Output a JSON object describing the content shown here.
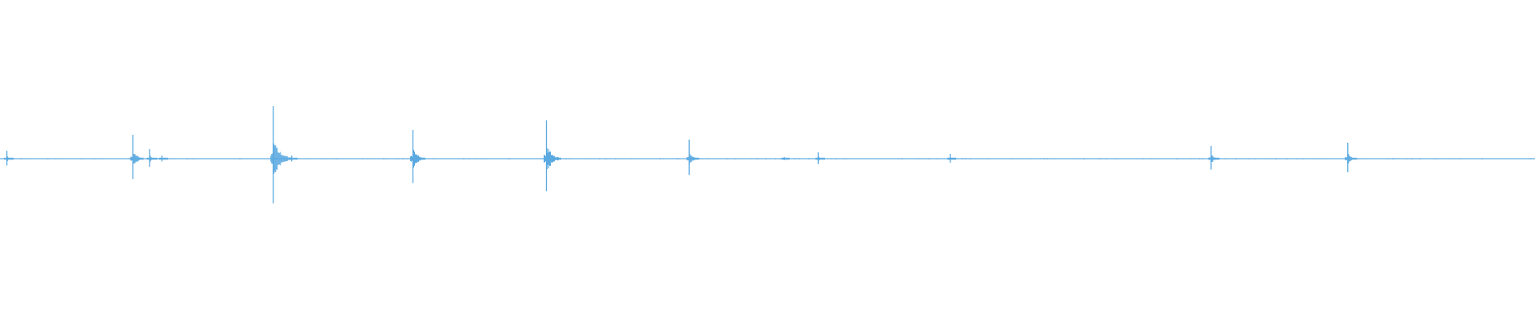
{
  "colors": {
    "background": "#ffffff",
    "waveform": "#5aa9e0"
  },
  "waveform": {
    "baseline_amplitude": 0.006,
    "peaks": [
      {
        "t": 0.0045,
        "amplitude": 0.05
      },
      {
        "t": 0.0865,
        "amplitude": 0.15
      },
      {
        "t": 0.0975,
        "amplitude": 0.06
      },
      {
        "t": 0.1055,
        "amplitude": 0.02
      },
      {
        "t": 0.178,
        "amplitude": 0.33
      },
      {
        "t": 0.19,
        "amplitude": 0.02
      },
      {
        "t": 0.269,
        "amplitude": 0.18
      },
      {
        "t": 0.356,
        "amplitude": 0.24
      },
      {
        "t": 0.449,
        "amplitude": 0.12
      },
      {
        "t": 0.511,
        "amplitude": 0.01
      },
      {
        "t": 0.533,
        "amplitude": 0.04
      },
      {
        "t": 0.619,
        "amplitude": 0.03
      },
      {
        "t": 0.789,
        "amplitude": 0.08
      },
      {
        "t": 0.878,
        "amplitude": 0.1
      }
    ]
  }
}
